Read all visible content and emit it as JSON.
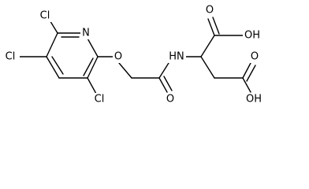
{
  "diagram": {
    "type": "chemical-structure",
    "atoms": {
      "cl_top": "Cl",
      "n_ring": "N",
      "cl_left": "Cl",
      "cl_bottom": "Cl",
      "o_ether": "O",
      "nh": "HN",
      "o_amide": "O",
      "oh_top": "OH",
      "o_top": "O",
      "o_right": "O",
      "oh_bottom": "OH"
    }
  }
}
